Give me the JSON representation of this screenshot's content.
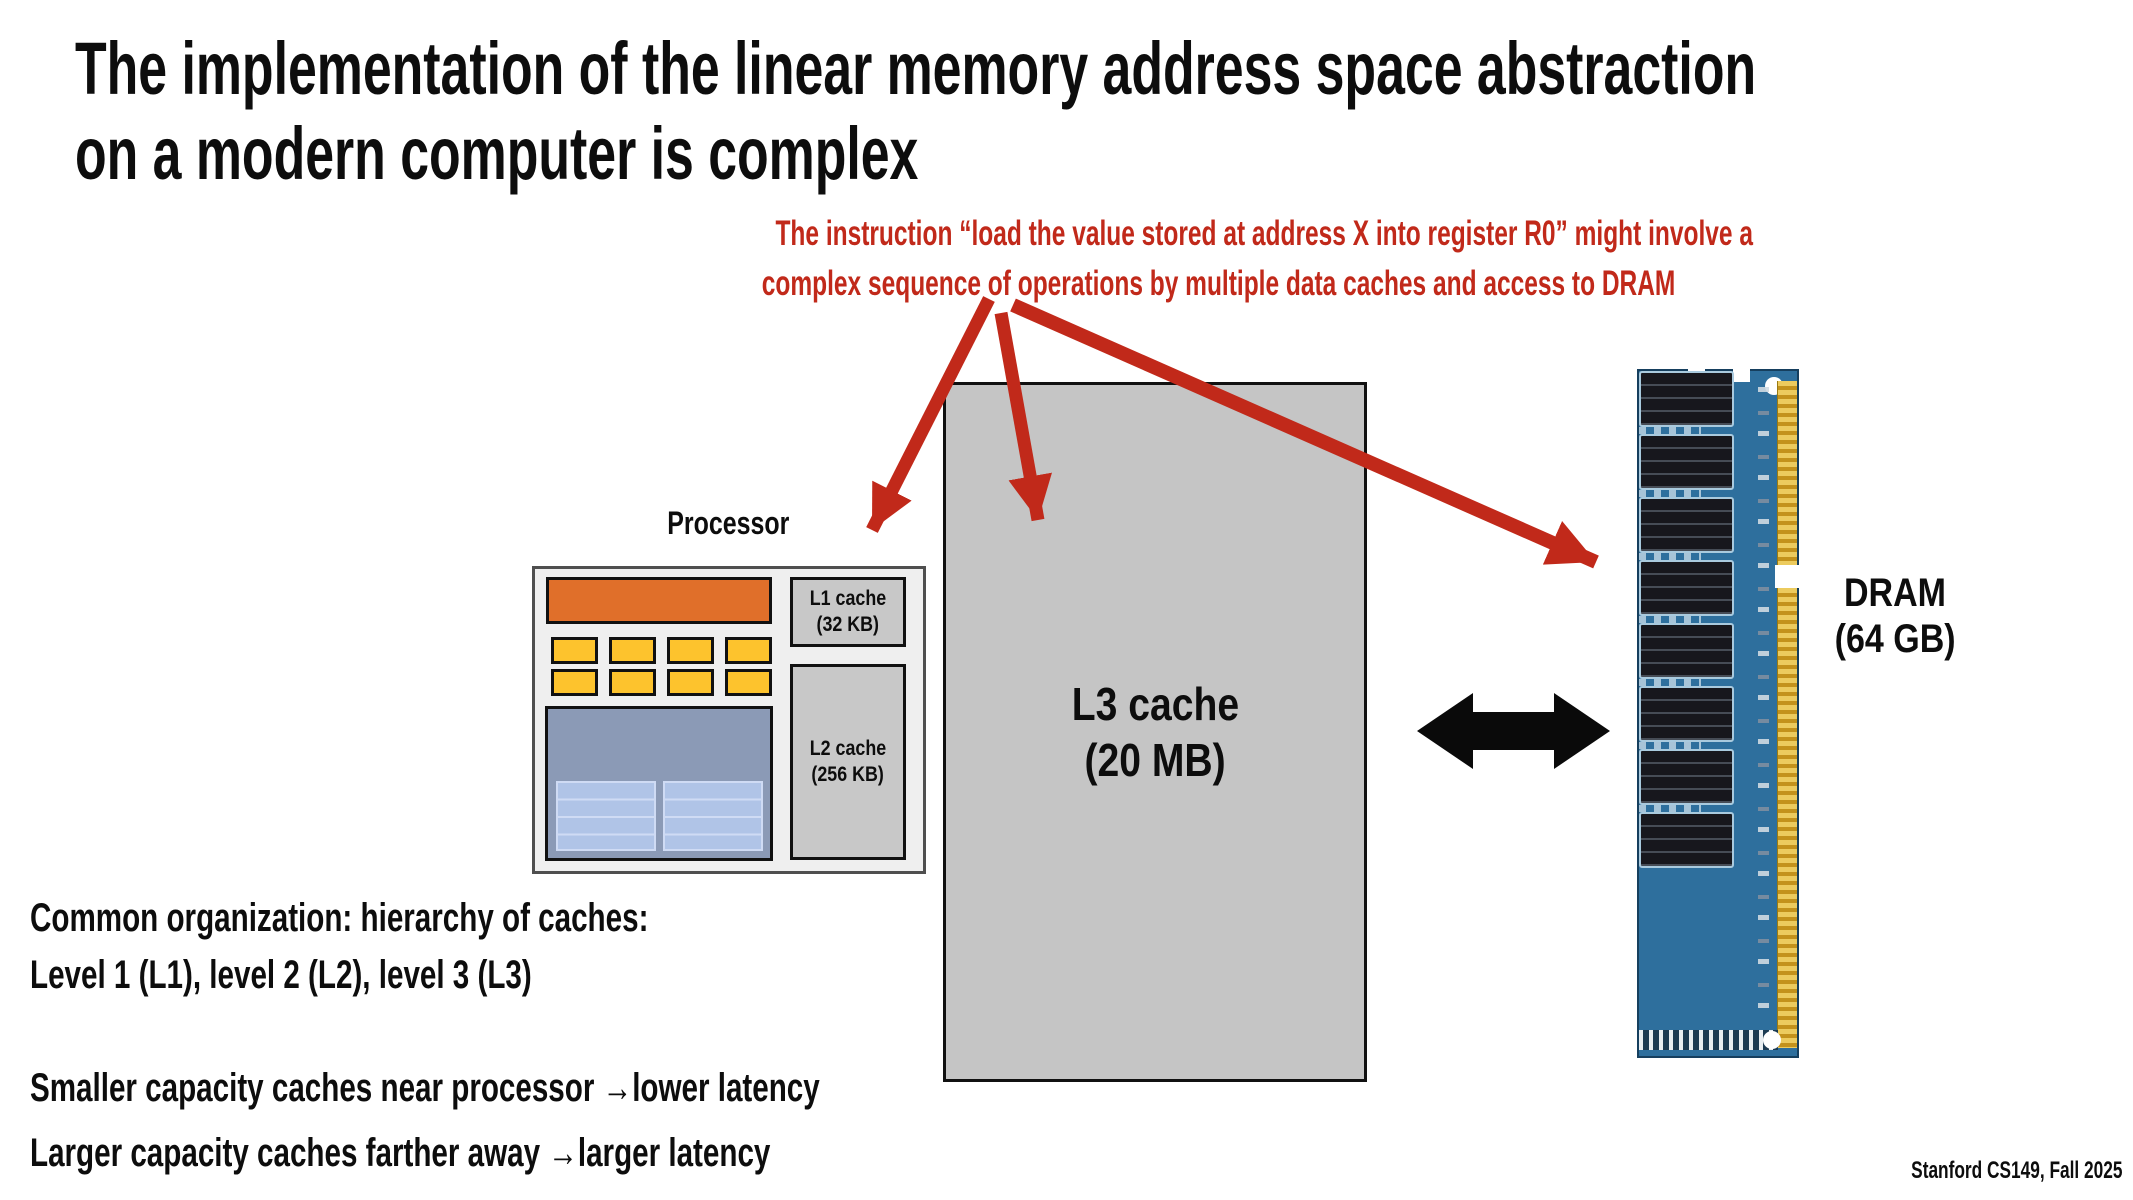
{
  "slide": {
    "title_line1": "The implementation of the linear memory address space abstraction",
    "title_line2": "on a modern computer is complex",
    "subtitle_line1": "The instruction “load the value stored at address X into register R0” might involve a",
    "subtitle_line2": "complex sequence of operations by multiple data caches and access to DRAM",
    "footer": "Stanford CS149, Fall 2025"
  },
  "diagram": {
    "processor": {
      "label": "Processor",
      "core_count": 8,
      "l1_line1": "L1 cache",
      "l1_line2": "(32 KB)",
      "l2_line1": "L2 cache",
      "l2_line2": "(256 KB)"
    },
    "l3": {
      "line1": "L3 cache",
      "line2": "(20 MB)"
    },
    "dram": {
      "line1": "DRAM",
      "line2": "(64 GB)",
      "chip_count": 8
    }
  },
  "notes": {
    "line1": "Common organization: hierarchy of caches:",
    "line2": "Level 1 (L1), level 2 (L2), level 3 (L3)",
    "line3": "Smaller capacity caches near processor →lower latency",
    "line4": "Larger capacity caches farther away →larger latency"
  },
  "colors": {
    "accent_red": "#c1291a",
    "title_black": "#0d0d0d",
    "cache_gray": "#c5c5c5",
    "processor_fill": "#efefef",
    "exec_orange": "#e06f2a",
    "core_yellow": "#fdc32d",
    "regfile_blue_gray": "#8b9ab6",
    "simd_table_blue": "#b0c4e7",
    "pcb_blue": "#2e6f9d",
    "pin_gold": "#c3921c",
    "arrow_black": "#0a0a0a"
  }
}
